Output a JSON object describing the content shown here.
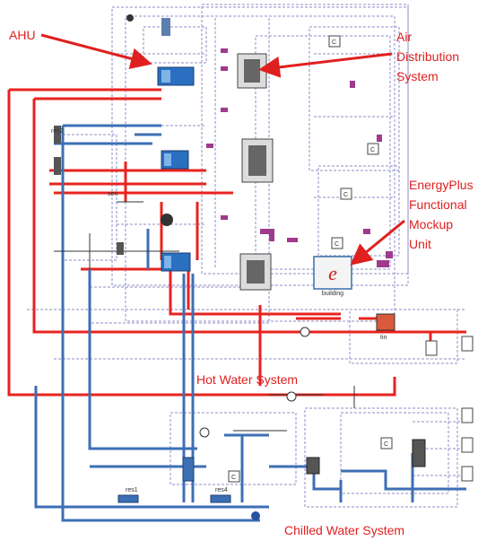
{
  "labels": {
    "ahu": "AHU",
    "air_distribution": [
      "Air",
      "Distribution",
      "System"
    ],
    "energyplus": [
      "EnergyPlus",
      "Functional",
      "Mockup",
      "Unit"
    ],
    "hot_water": "Hot Water System",
    "chilled_water": "Chilled Water System"
  },
  "blocks": {
    "building": "building",
    "res1": "res1",
    "res4": "res4",
    "res2": "res2",
    "sen": "sen",
    "tin": "tin",
    "c_label": "C"
  },
  "colors": {
    "hot_water_pipe": "#e8231f",
    "chilled_water_pipe": "#3d6fb5",
    "signal_line": "#9090c8",
    "annotation": "#e02020"
  }
}
